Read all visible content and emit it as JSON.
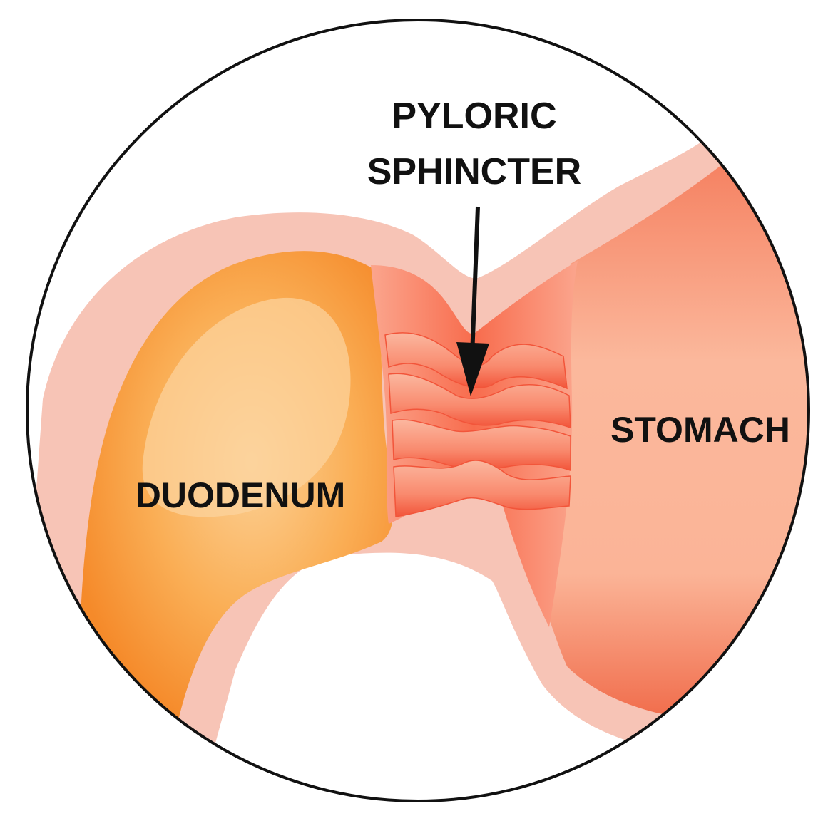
{
  "labels": {
    "sphincter_line1": "PYLORIC",
    "sphincter_line2": "SPHINCTER",
    "stomach": "STOMACH",
    "duodenum": "DUODENUM"
  },
  "colors": {
    "background": "#ffffff",
    "circle_border": "#111111",
    "outer_membrane": "#f7c4b6",
    "duodenum_light": "#fcd196",
    "duodenum_dark": "#f58a2a",
    "stomach_light": "#fbc0a6",
    "stomach_dark": "#ee5a38",
    "sphincter": "#f9866a",
    "sphincter_fold": "#f2553a",
    "label_text": "#111111",
    "arrow": "#111111"
  }
}
